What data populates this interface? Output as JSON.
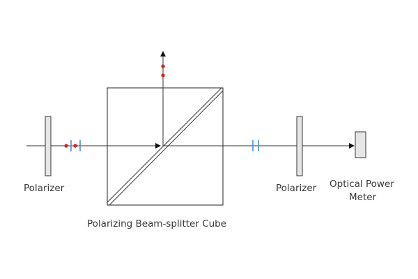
{
  "diagram": {
    "labels": {
      "left_polarizer": "Polarizer",
      "right_polarizer": "Polarizer",
      "cube": "Polarizing Beam-splitter Cube",
      "meter_line1": "Optical Power",
      "meter_line2": "Meter"
    },
    "colors": {
      "line": "#333333",
      "dot": "#e8141b",
      "wave": "#4a90d9",
      "element_fill": "#e6e6e6"
    }
  }
}
